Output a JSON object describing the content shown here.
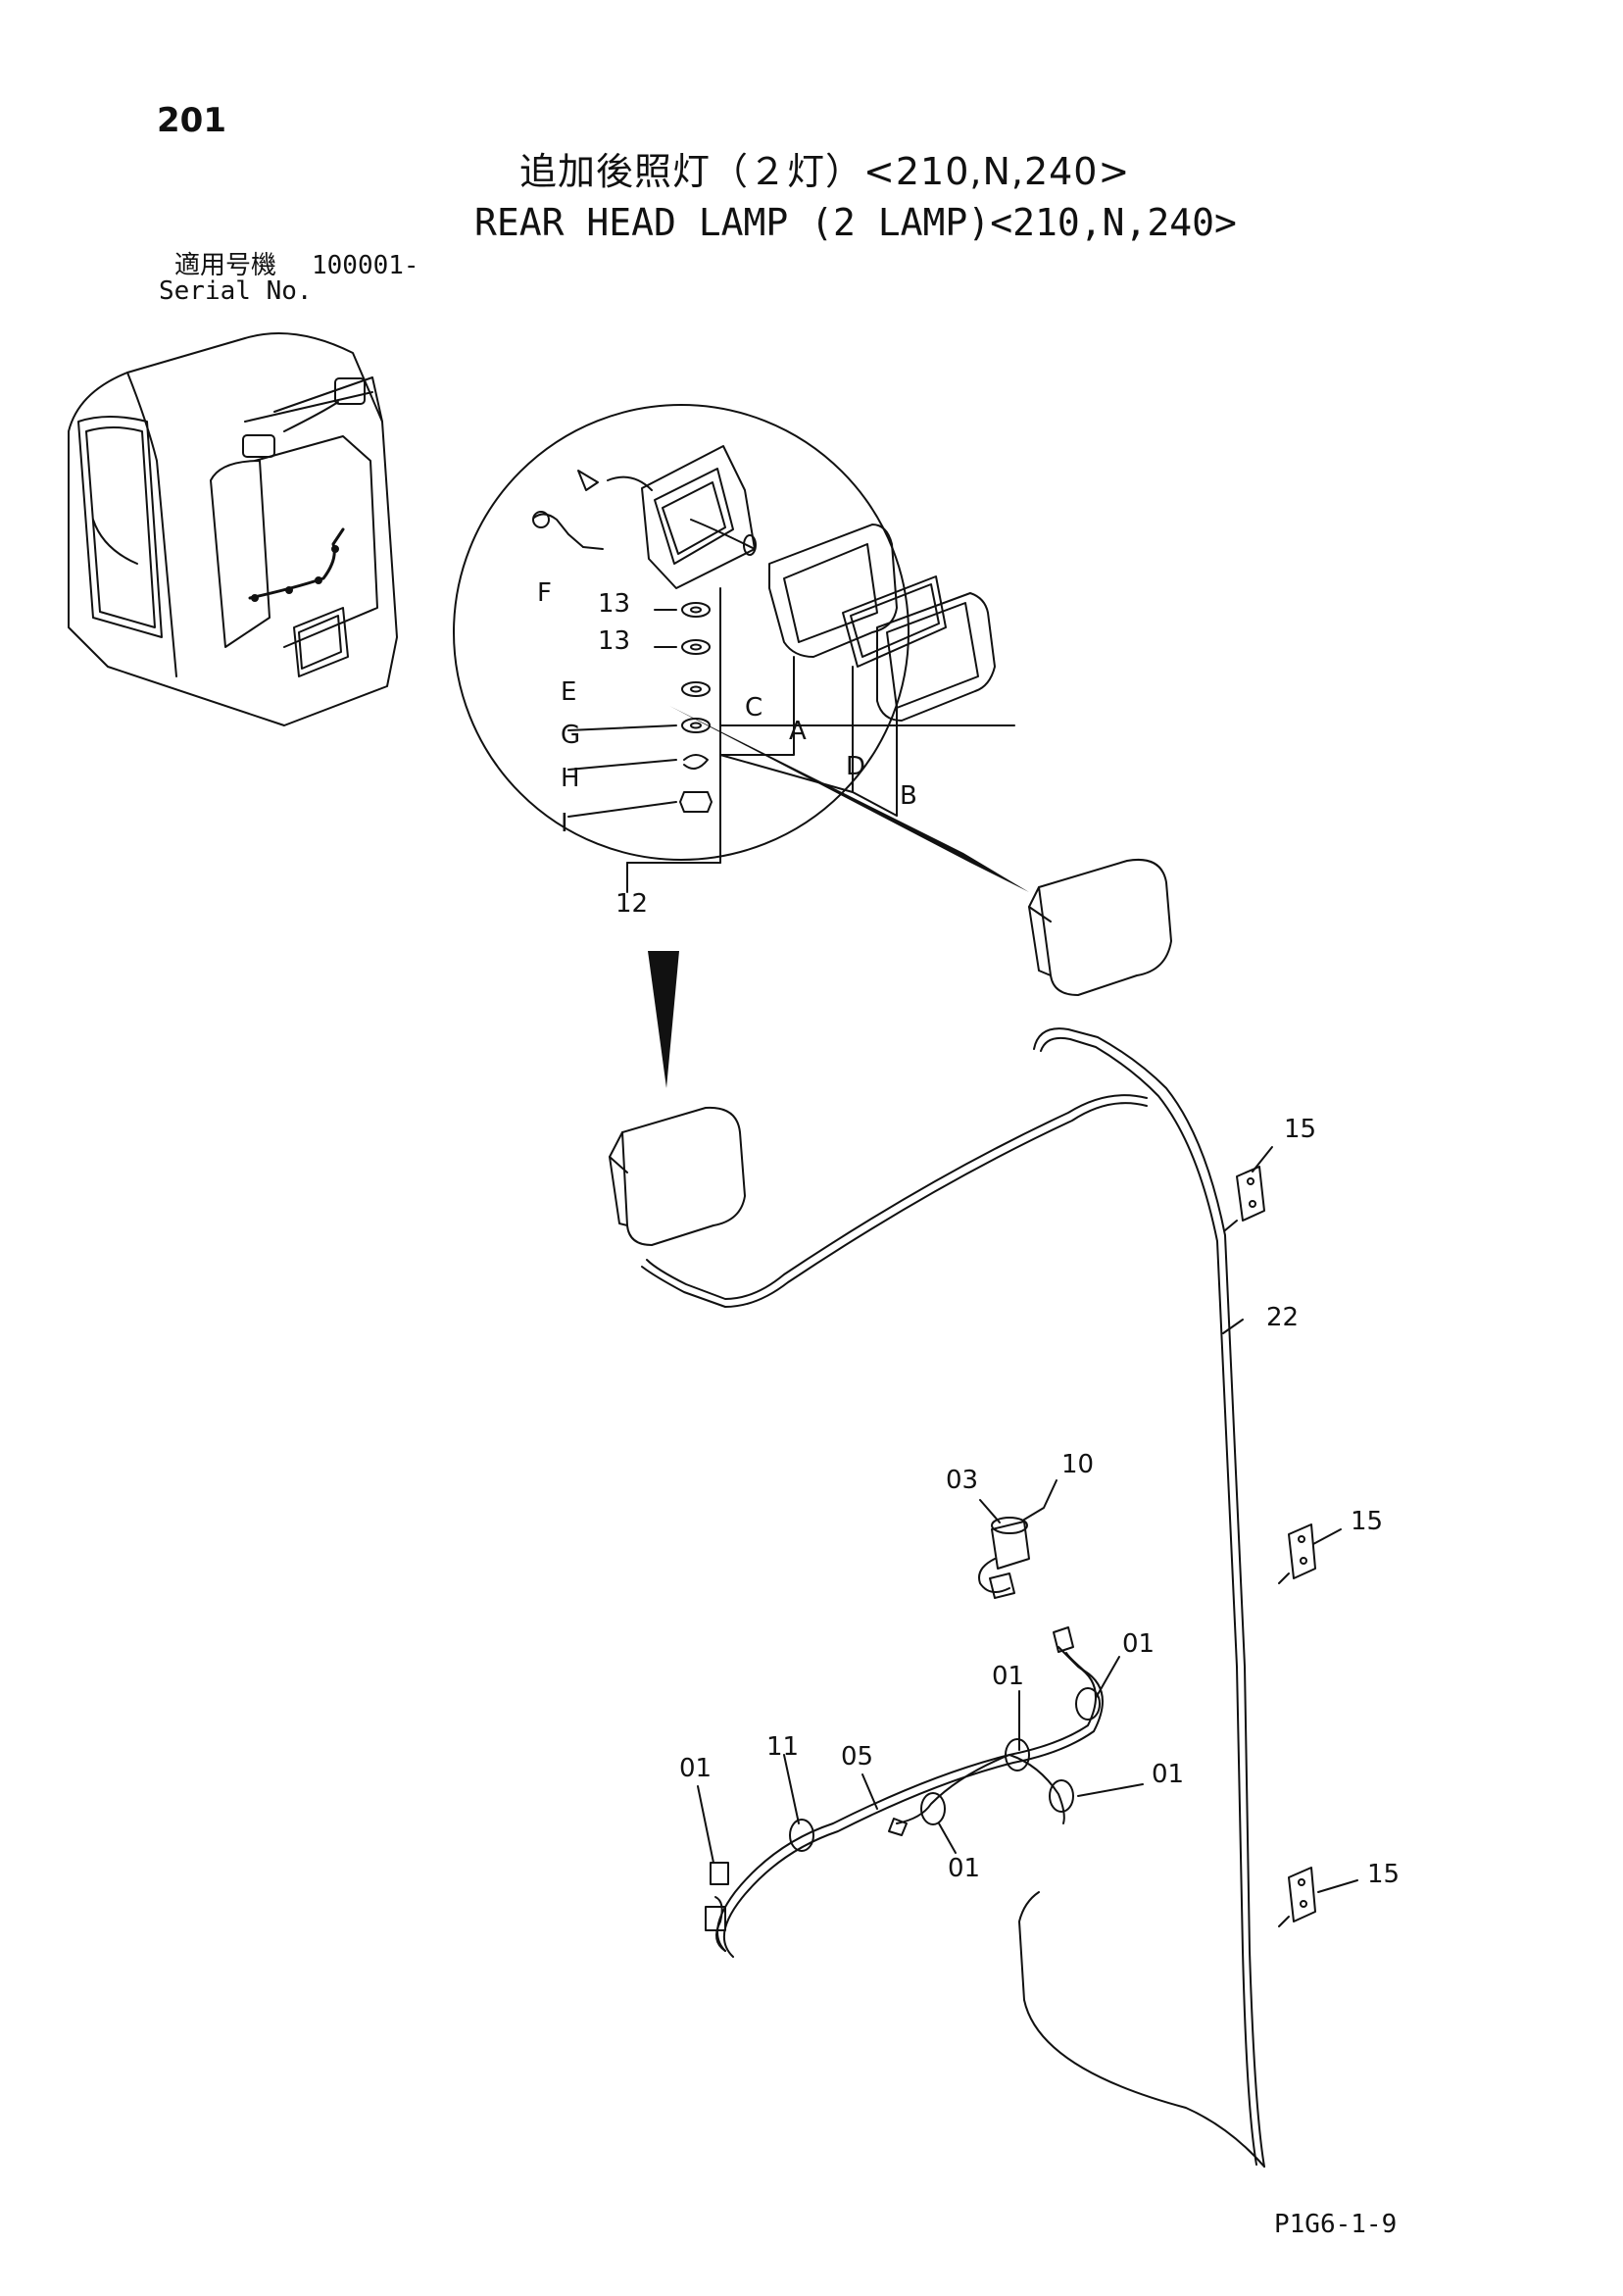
{
  "page_number": "201",
  "title_jp": "追加後照灯（２灯）<210,N,240>",
  "title_en": "REAR HEAD LAMP (2 LAMP)<210,N,240>",
  "serial": {
    "label_jp": "適用号機",
    "value": "100001-",
    "label_en": "Serial No."
  },
  "callouts": {
    "inset": [
      "F",
      "13",
      "13",
      "E",
      "G",
      "H",
      "I",
      "12",
      "C",
      "A",
      "D",
      "B"
    ],
    "main": [
      "15",
      "22",
      "10",
      "03",
      "15",
      "01",
      "01",
      "01",
      "05",
      "11",
      "01",
      "01",
      "15"
    ]
  },
  "footer_code": "P1G6-1-9"
}
